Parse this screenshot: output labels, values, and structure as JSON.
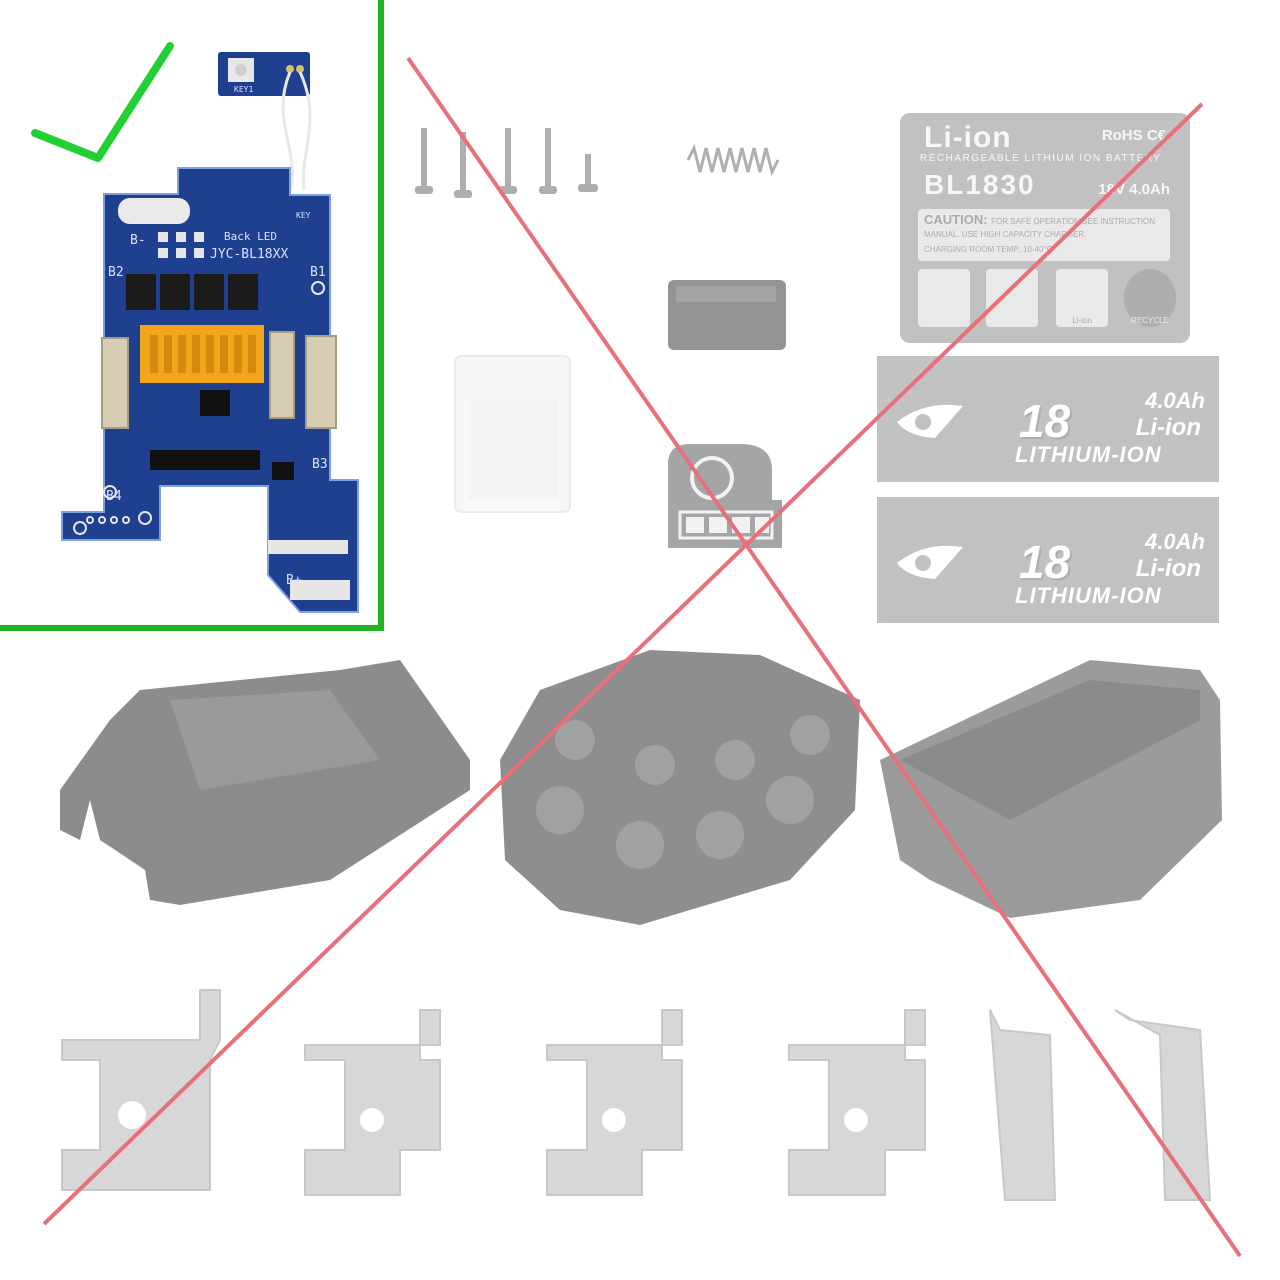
{
  "colors": {
    "check_green": "#22d033",
    "frame_green": "#22b422",
    "cross_red": "#e8707c",
    "pcb_blue": "#1f3f8f",
    "part_gray": "#8f8f8f"
  },
  "icons": {
    "checkmark": "check-icon",
    "cross": "cross-icon"
  },
  "pcb": {
    "key_board_label": "KEY1",
    "model": "JYC-BL18XX",
    "led_label": "Back LED",
    "b1": "B1",
    "b2": "B2",
    "b3": "B3",
    "b4": "B4",
    "b_minus": "B-",
    "b_plus": "B+",
    "key": "KEY"
  },
  "label_plate": {
    "title": "Li-ion",
    "rohs": "RoHS C€",
    "subtitle": "RECHARGEABLE LITHIUM ION BATTERY",
    "model": "BL1830",
    "spec": "18V 4.0Ah",
    "caution_title": "CAUTION:",
    "caution_line1": "FOR SAFE OPERATION,SEE INSTRUCTION",
    "caution_line2": "MANUAL. USE HIGH CAPACITY CHARGER.",
    "caution_line3": "CHARGING ROOM TEMP: 10-40°C",
    "recycle_label": "Li-ion",
    "seal_text": "RECYCLE"
  },
  "stickers": [
    {
      "capacity": "4.0Ah",
      "voltage": "18",
      "chem": "Li-ion",
      "chem_long": "LITHIUM-ION"
    },
    {
      "capacity": "4.0Ah",
      "voltage": "18",
      "chem": "Li-ion",
      "chem_long": "LITHIUM-ION"
    }
  ]
}
